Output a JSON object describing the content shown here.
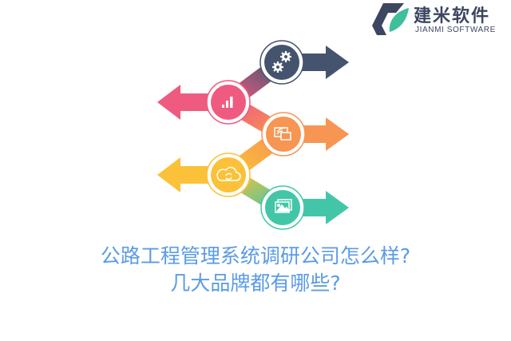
{
  "logo": {
    "name_cn": "建米软件",
    "name_en": "JIANMI SOFTWARE",
    "colors": {
      "dark": "#3c4660",
      "green": "#3fbf9a"
    }
  },
  "infographic": {
    "steps": [
      {
        "icon": "gears-icon",
        "direction": "right",
        "color": "#44546e"
      },
      {
        "icon": "bar-chart-icon",
        "direction": "left",
        "color": "#ef5b80"
      },
      {
        "icon": "screen-cast-icon",
        "direction": "right",
        "color": "#f79552"
      },
      {
        "icon": "cloud-sync-icon",
        "direction": "left",
        "color": "#fbc138"
      },
      {
        "icon": "image-gallery-icon",
        "direction": "right",
        "color": "#43c6a7"
      }
    ]
  },
  "headline": {
    "line1": "公路工程管理系统调研公司怎么样?",
    "line2": "几大品牌都有哪些?",
    "color": "#5b9be6"
  }
}
